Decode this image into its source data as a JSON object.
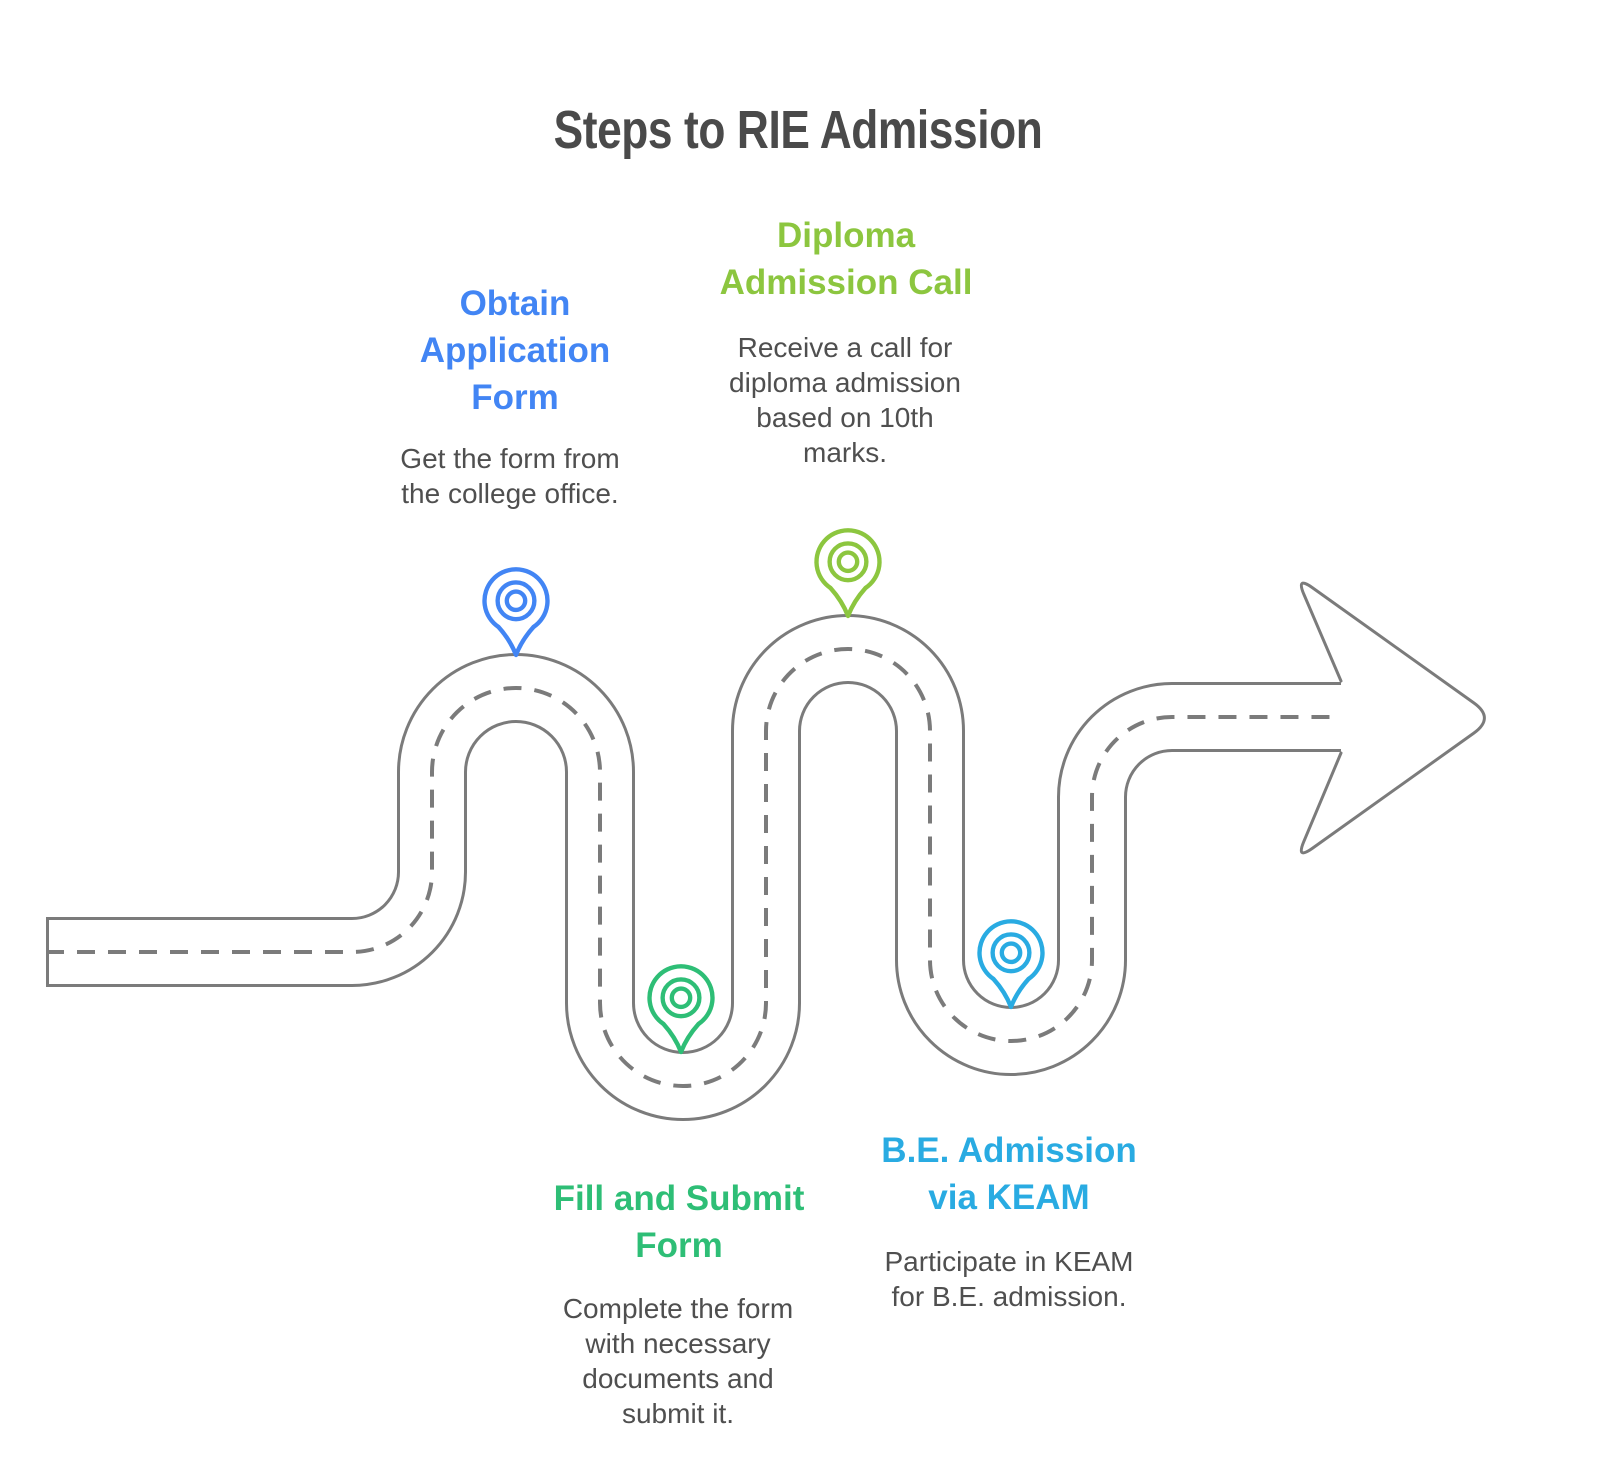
{
  "title": "Steps to RIE Admission",
  "colors": {
    "road": "#7B7B7B",
    "title_text": "#4A4A4A",
    "body_text": "#4F4F4F",
    "step1": "#4285F4",
    "step2": "#8CC63F",
    "step3": "#2EBE76",
    "step4": "#29ABE2"
  },
  "steps": [
    {
      "heading": "Obtain\nApplication\nForm",
      "description": "Get the form from\nthe college office.",
      "color": "#4285F4",
      "marker": "location-pin"
    },
    {
      "heading": "Diploma\nAdmission Call",
      "description": "Receive a call for\ndiploma admission\nbased on 10th\nmarks.",
      "color": "#8CC63F",
      "marker": "location-pin"
    },
    {
      "heading": "Fill and Submit\nForm",
      "description": "Complete the form\nwith necessary\ndocuments and\nsubmit it.",
      "color": "#2EBE76",
      "marker": "location-pin"
    },
    {
      "heading": "B.E. Admission\nvia KEAM",
      "description": "Participate in KEAM\nfor B.E. admission.",
      "color": "#29ABE2",
      "marker": "location-pin"
    }
  ]
}
